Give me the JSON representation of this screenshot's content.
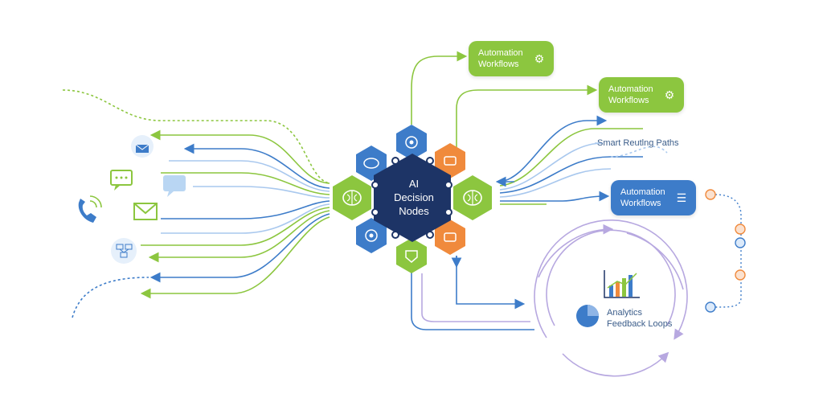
{
  "center": {
    "line1": "AI",
    "line2": "Decision",
    "line3": "Nodes"
  },
  "pills": {
    "top": {
      "line1": "Automation",
      "line2": "Workflows",
      "icon": "gears-icon"
    },
    "upper": {
      "line1": "Automation",
      "line2": "Workflows",
      "icon": "gears-icon"
    },
    "mid": {
      "line1": "Automation",
      "line2": "Workflows",
      "icon": "checklist-icon"
    }
  },
  "routing_label": "Smart Reutlng Paths",
  "analytics": {
    "line1": "Analytics",
    "line2": "Feedback Loops"
  },
  "colors": {
    "green": "#8cc63f",
    "blue": "#3d7cc9",
    "orange": "#f08a3c",
    "navy": "#1d3466",
    "purple": "#b7a8e0",
    "light_blue": "#a9c8ee"
  },
  "channel_icons": [
    "email-icon",
    "chat-icon",
    "chat-bubble-icon",
    "mail-icon",
    "phone-icon",
    "network-icon"
  ],
  "node_icons": [
    "brain-icon",
    "gear-icon",
    "cloud-icon",
    "chat-icon",
    "brain-icon",
    "chat-icon",
    "gear-icon",
    "shield-icon"
  ]
}
